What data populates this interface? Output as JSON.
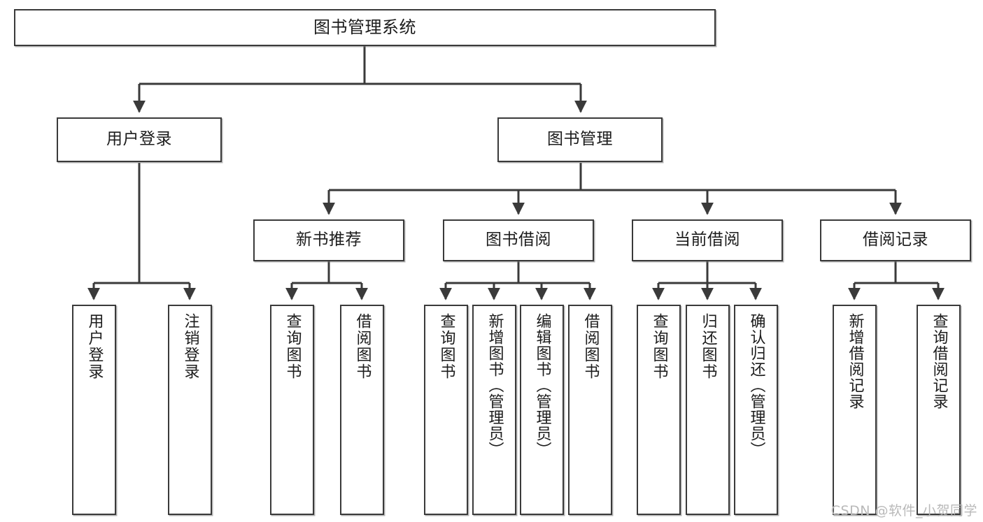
{
  "diagram": {
    "title": "图书管理系统",
    "type": "tree-hierarchy",
    "colors": {
      "box_border": "#3a3a3a",
      "box_fill": "#ffffff",
      "connector": "#3a3a3a",
      "text": "#1c1c1c",
      "watermark": "#b9b9b9",
      "background": "#ffffff"
    },
    "root": {
      "label": "图书管理系统"
    },
    "level1": [
      {
        "label": "用户登录"
      },
      {
        "label": "图书管理"
      }
    ],
    "level2": [
      {
        "label": "新书推荐"
      },
      {
        "label": "图书借阅"
      },
      {
        "label": "当前借阅"
      },
      {
        "label": "借阅记录"
      }
    ],
    "leaves": {
      "user_login": [
        {
          "label": "用户登录"
        },
        {
          "label": "注销登录"
        }
      ],
      "new_book_recommend": [
        {
          "label": "查询图书"
        },
        {
          "label": "借阅图书"
        }
      ],
      "book_borrow": [
        {
          "label": "查询图书"
        },
        {
          "label": "新增图书（管理员）"
        },
        {
          "label": "编辑图书（管理员）"
        },
        {
          "label": "借阅图书"
        }
      ],
      "current_borrow": [
        {
          "label": "查询图书"
        },
        {
          "label": "归还图书"
        },
        {
          "label": "确认归还（管理员）"
        }
      ],
      "borrow_record": [
        {
          "label": "新增借阅记录"
        },
        {
          "label": "查询借阅记录"
        }
      ]
    }
  },
  "watermark": {
    "text": "CSDN @软件_小贺同学"
  }
}
